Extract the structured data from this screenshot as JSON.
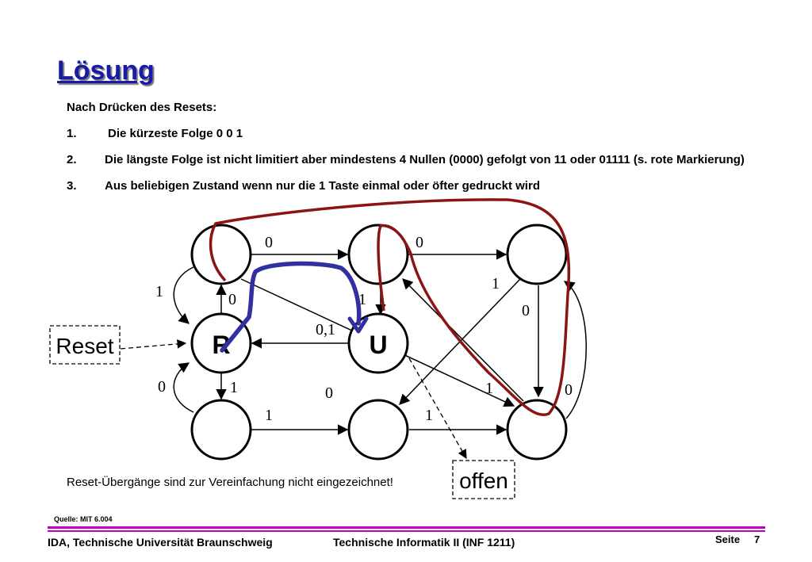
{
  "slide": {
    "title": "Lösung",
    "intro": "Nach Drücken des Resets:",
    "items": [
      {
        "num": "1.",
        "text": "Die kürzeste Folge 0 0 1"
      },
      {
        "num": "2.",
        "text": "Die längste Folge ist nicht limitiert  aber mindestens 4 Nullen (0000) gefolgt von 11 oder 01111 (s. rote Markierung)"
      },
      {
        "num": "3.",
        "text": "Aus beliebigen Zustand wenn nur die 1 Taste einmal oder öfter gedruckt  wird"
      }
    ],
    "note": "Reset-Übergänge sind zur Vereinfachung nicht eingezeichnet!",
    "source": "Quelle: MIT 6.004"
  },
  "diagram": {
    "reset_label": "Reset",
    "offen_label": "offen",
    "states": {
      "R": "R",
      "U": "U"
    },
    "edge_labels": {
      "top_left_right": "0",
      "top_mid_right": "0",
      "loop_left_top": "1",
      "r_up": "0",
      "u_in": "1",
      "u_to_r": "0,1",
      "right_diag": "1",
      "right_down": "0",
      "loop_left_bottom": "0",
      "r_down": "1",
      "bottom_left_right": "1",
      "diag_to_bottom_mid": "0",
      "diag_to_bottom_right": "1",
      "bottom_mid_right": "1",
      "loop_right": "0"
    },
    "colors": {
      "red_path": "#8b1515",
      "blue_path": "#3030a0",
      "node_fill": "#ffffff"
    }
  },
  "footer": {
    "left": "IDA, Technische Universität Braunschweig",
    "center": "Technische Informatik II (INF 1211)",
    "page_label": "Seite",
    "page_number": "7"
  }
}
